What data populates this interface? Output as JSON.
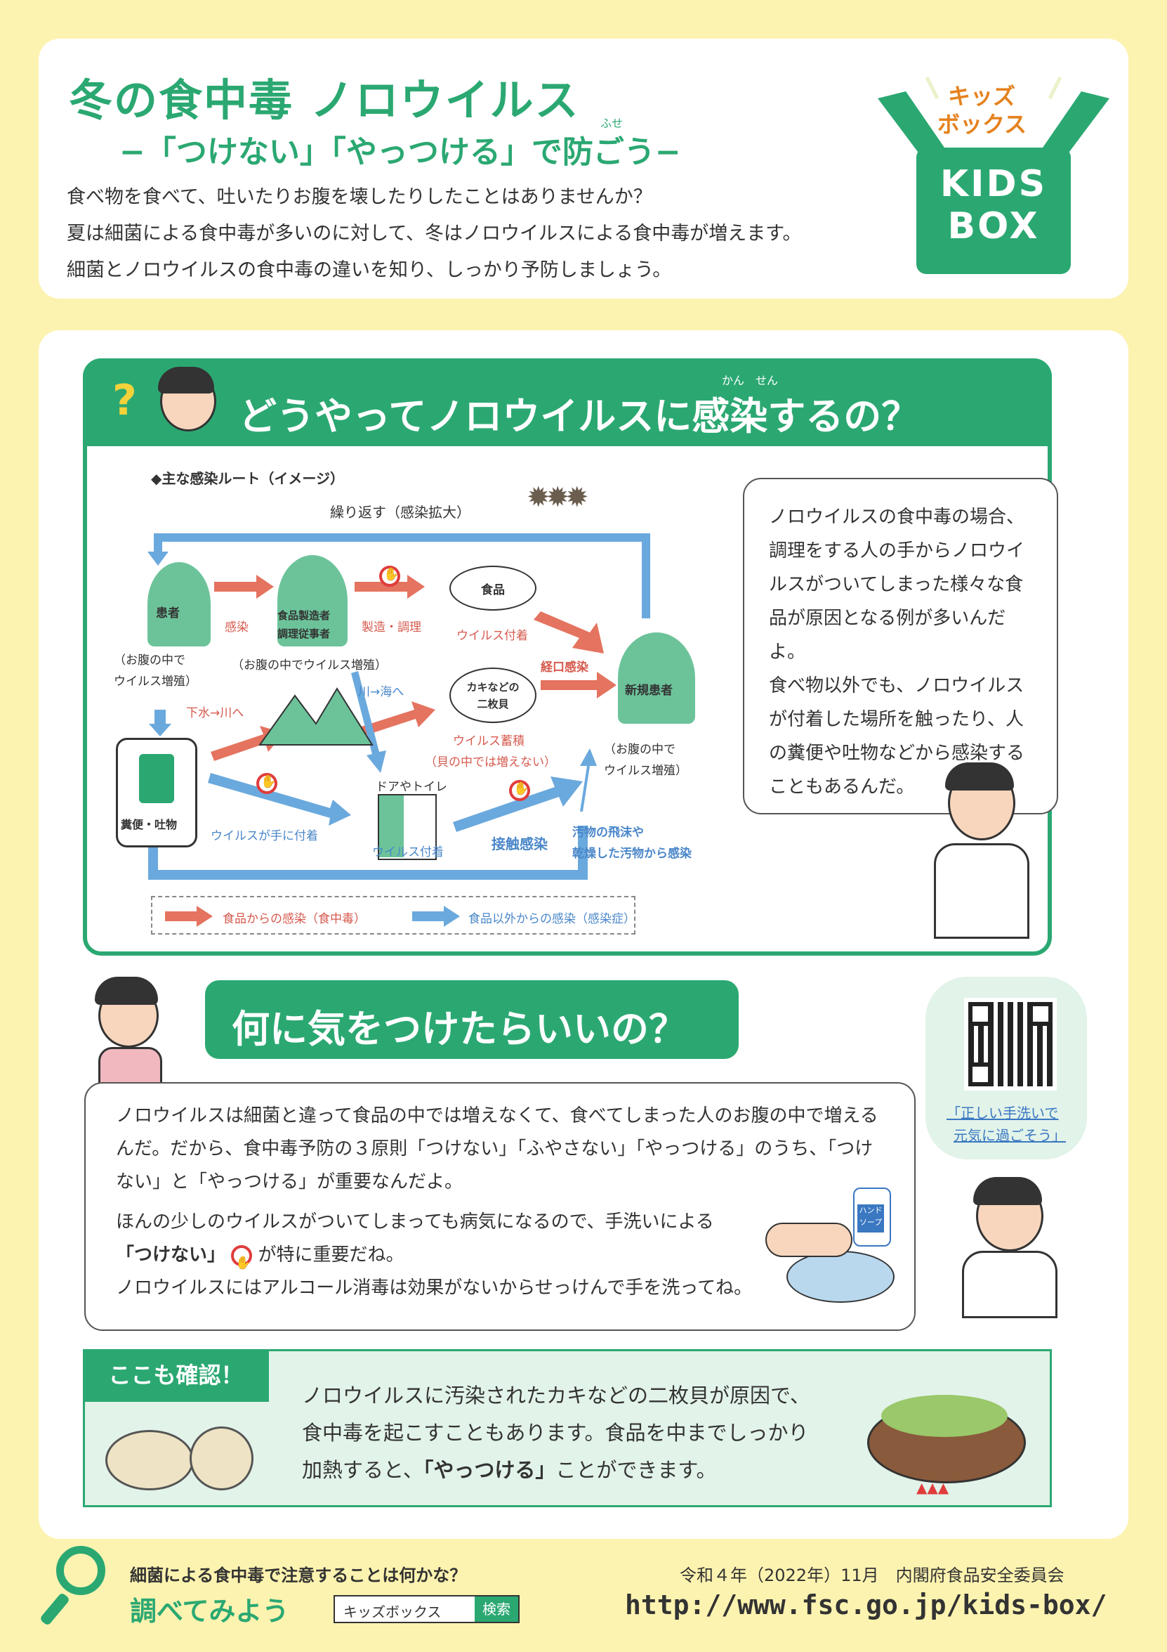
{
  "header": {
    "title": "冬の食中毒 ノロウイルス",
    "subtitle": "−「つけない」「やっつける」で防ごう−",
    "subtitle_ruby": "ふせ",
    "intro": [
      "食べ物を食べて、吐いたりお腹を壊したりしたことはありませんか？",
      "夏は細菌による食中毒が多いのに対して、冬はノロウイルスによる食中毒が増えます。",
      "細菌とノロウイルスの食中毒の違いを知り、しっかり予防しましょう。"
    ],
    "logo_kana_top": "キッズ",
    "logo_kana_bottom": "ボックス",
    "logo_en_top": "KIDS",
    "logo_en_bottom": "BOX"
  },
  "section1": {
    "title": "どうやってノロウイルスに感染するの？",
    "title_ruby": "かん　せん",
    "route_title": "◆主な感染ルート（イメージ）",
    "repeat_label": "繰り返す（感染拡大）",
    "patient": "患者",
    "patient_note": "（お腹の中で\nウイルス増殖）",
    "infection": "感染",
    "food_worker": "食品製造者\n調理従事者",
    "food_worker_note": "（お腹の中でウイルス増殖）",
    "manufacturing": "製造・調理",
    "food": "食品",
    "virus_attached": "ウイルス付着",
    "oral_infection": "経口感染",
    "new_patient": "新規患者",
    "new_patient_note": "（お腹の中で\nウイルス増殖）",
    "river_sea": "川→海へ",
    "oyster": "カキなどの\n二枚貝",
    "virus_accum": "ウイルス蓄積",
    "virus_accum_note": "（貝の中では増えない）",
    "sewage": "下水→川へ",
    "excreta": "糞便・吐物",
    "virus_hands": "ウイルスが手に付着",
    "door_toilet": "ドアやトイレ",
    "door_virus": "ウイルス付着",
    "contact_infection": "接触感染",
    "droplet": "汚物の飛沫や\n乾燥した汚物から感染",
    "legend_food": "食品からの感染（食中毒）",
    "legend_other": "食品以外からの感染（感染症）",
    "bubble_text": "ノロウイルスの食中毒の場合、調理をする人の手からノロウイルスがついてしまった様々な食品が原因となる例が多いんだよ。\n食べ物以外でも、ノロウイルスが付着した場所を触ったり、人の糞便や吐物などから感染することもあるんだ。"
  },
  "section2": {
    "title": "何に気をつけたらいいの？",
    "qr_caption_1": "「正しい手洗いで",
    "qr_caption_2": "元気に過ごそう」",
    "p1": "ノロウイルスは細菌と違って食品の中では増えなくて、食べてしまった人のお腹の中で増えるんだ。だから、食中毒予防の３原則「つけない」「ふやさない」「やっつける」のうち、「つけない」と「やっつける」が重要なんだよ。",
    "p2a": "ほんの少しのウイルスがついてしまっても病気になるので、手洗いによる",
    "p2_bold": "「つけない」",
    "p2b": "が特に重要だね。",
    "p3": "ノロウイルスにはアルコール消毒は効果がないからせっけんで手を洗ってね。",
    "soap_label": "ハンド\nソープ"
  },
  "section3": {
    "badge": "ここも確認！",
    "line1": "ノロウイルスに汚染されたカキなどの二枚貝が原因で、",
    "line2": "食中毒を起こすこともあります。食品を中までしっかり",
    "line3a": "加熱すると、",
    "line3_bold": "「やっつける」",
    "line3b": "ことができます。"
  },
  "footer": {
    "question": "細菌による食中毒で注意することは何かな？",
    "search_cta": "調べてみよう",
    "search_text": "キッズボックス",
    "search_button": "検索",
    "date_org": "令和４年（2022年）11月　内閣府食品安全委員会",
    "url": "http://www.fsc.go.jp/kids-box/"
  },
  "colors": {
    "green": "#2ba872",
    "red": "#e4735f",
    "blue": "#6aa9dd",
    "bg": "#fdf3b0"
  }
}
